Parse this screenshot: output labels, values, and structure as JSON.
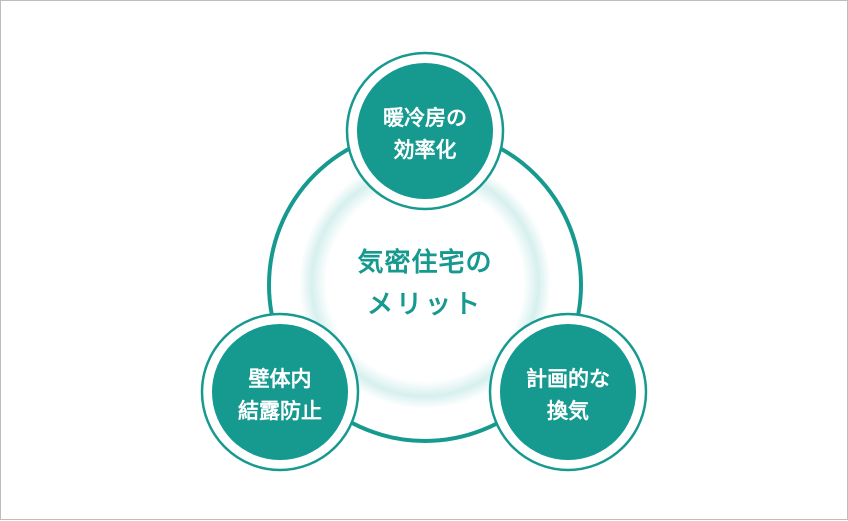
{
  "diagram": {
    "center": {
      "lines": [
        "気密住宅の",
        "メリット"
      ]
    },
    "nodes": [
      {
        "lines": [
          "暖冷房の",
          "効率化"
        ]
      },
      {
        "lines": [
          "壁体内",
          "結露防止"
        ]
      },
      {
        "lines": [
          "計画的な",
          "換気"
        ]
      }
    ]
  },
  "colors": {
    "teal": "#16998f",
    "teal_dark": "#0f8a80",
    "ring": "#16998f",
    "glow": "#c9ebe8",
    "text_light": "#ffffff",
    "text_center": "#16998f"
  }
}
